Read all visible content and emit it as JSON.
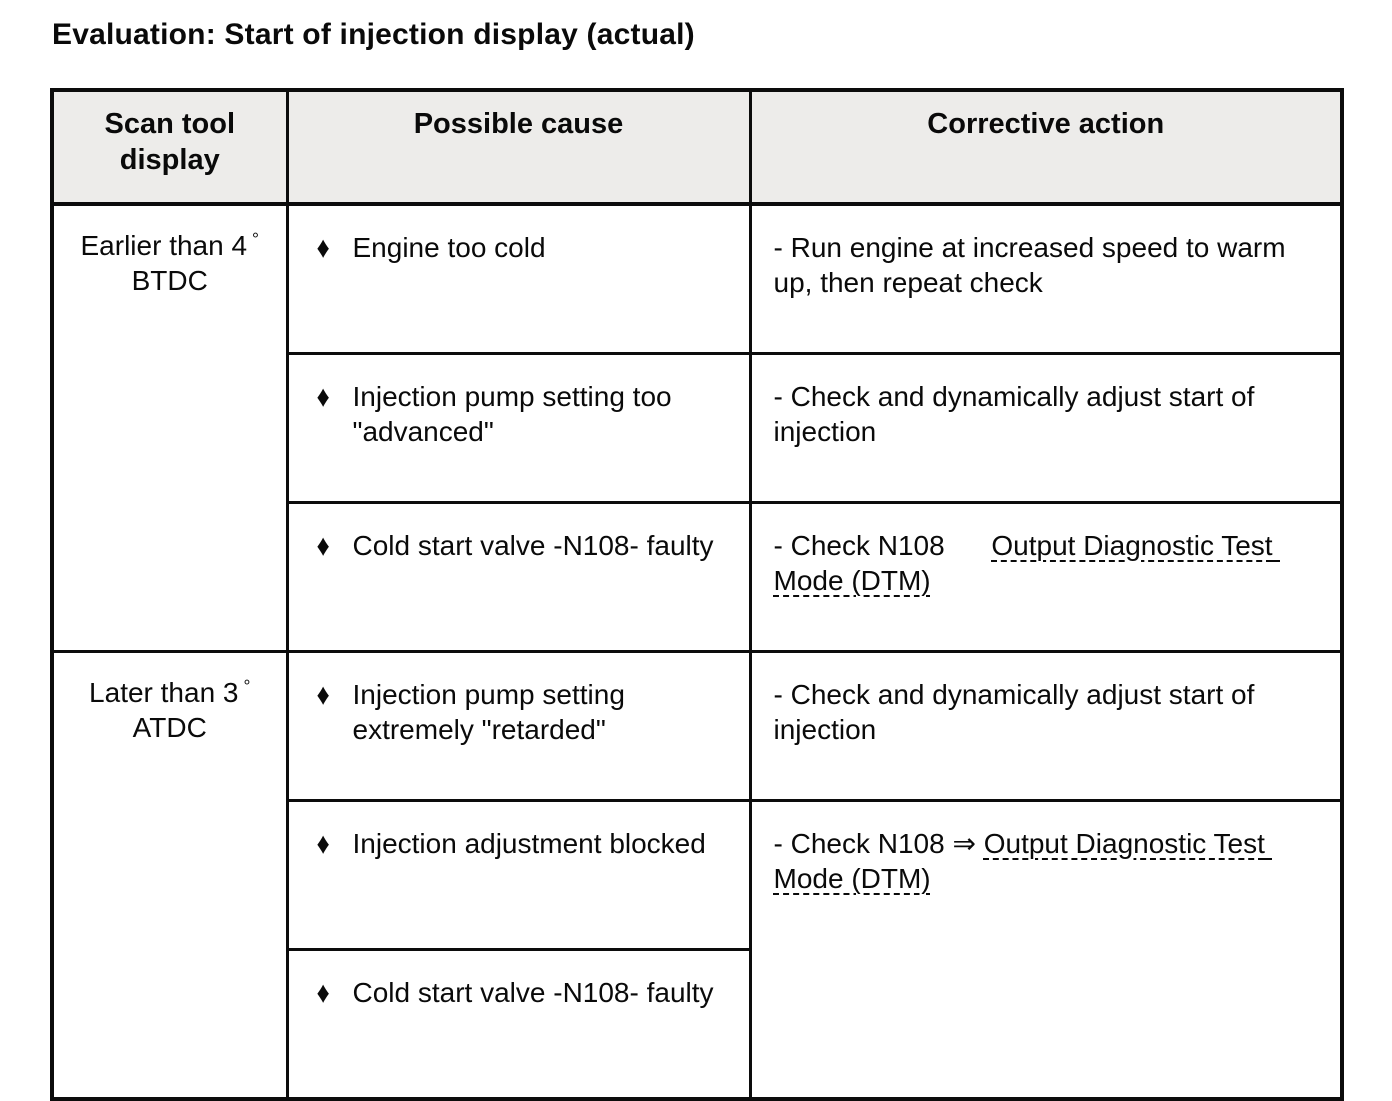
{
  "page": {
    "title": "Evaluation: Start of injection display (actual)"
  },
  "table": {
    "bullet": "♦",
    "headers": {
      "scan": "Scan tool display",
      "cause": "Possible cause",
      "corrective": "Corrective action"
    },
    "sections": [
      {
        "scan_display": {
          "line1": "Earlier than 4",
          "degree": "°",
          "line2": "BTDC"
        },
        "rows": [
          {
            "cause": "Engine too cold",
            "corrective_pre": "- Run engine at increased speed to warm up, then repeat check",
            "corrective_link": ""
          },
          {
            "cause": "Injection pump setting too \"advanced\"",
            "corrective_pre": "- Check and dynamically adjust start of injection",
            "corrective_link": ""
          },
          {
            "cause": "Cold start valve -N108- faulty",
            "corrective_pre": "- Check N108      ",
            "corrective_link": "Output Diagnostic Test Mode (DTM)"
          }
        ]
      },
      {
        "scan_display": {
          "line1": "Later than 3",
          "degree": "°",
          "line2": "ATDC"
        },
        "rows": [
          {
            "cause": "Injection pump setting extremely \"retarded\"",
            "corrective_pre": "- Check and dynamically adjust start of injection",
            "corrective_link": ""
          },
          {
            "cause": "Injection adjustment blocked",
            "corrective_pre": "- Check N108 ⇒ ",
            "corrective_link": "Output Diagnostic Test Mode (DTM)"
          },
          {
            "cause": "Cold start valve -N108- faulty"
          }
        ]
      }
    ]
  }
}
